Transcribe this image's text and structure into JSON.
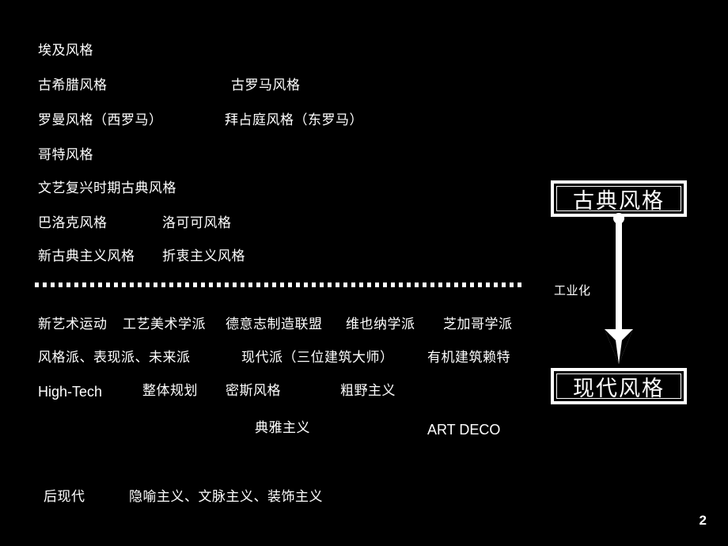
{
  "slide": {
    "background_color": "#000000",
    "text_color": "#ffffff",
    "page_number": "2"
  },
  "classical_section": {
    "rows": [
      {
        "left": "埃及风格",
        "right": ""
      },
      {
        "left": "古希腊风格",
        "right": "古罗马风格"
      },
      {
        "left": "罗曼风格（西罗马）",
        "right": "拜占庭风格（东罗马）"
      },
      {
        "left": "哥特风格",
        "right": ""
      },
      {
        "left": "文艺复兴时期古典风格",
        "right": ""
      },
      {
        "left": "巴洛克风格",
        "right": "洛可可风格"
      },
      {
        "left": "新古典主义风格",
        "right": "折衷主义风格"
      }
    ]
  },
  "divider": {
    "style": "dotted-squares"
  },
  "modern_section": {
    "row1": [
      "新艺术运动",
      "工艺美术学派",
      "德意志制造联盟",
      "维也纳学派",
      "芝加哥学派"
    ],
    "row2": [
      "风格派、表现派、未来派",
      "现代派（三位建筑大师）",
      "有机建筑赖特"
    ],
    "row3": [
      "High-Tech",
      "整体规划",
      "密斯风格",
      "粗野主义"
    ],
    "row4": [
      "典雅主义",
      "ART DECO"
    ]
  },
  "postmodern_section": {
    "row1": [
      "后现代",
      "隐喻主义、文脉主义、装饰主义"
    ]
  },
  "diagram": {
    "top_node": "古典风格",
    "arrow_label": "工业化",
    "bottom_node": "现代风格",
    "arrow_direction": "down"
  }
}
